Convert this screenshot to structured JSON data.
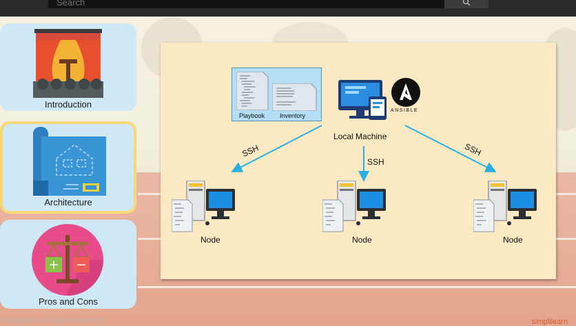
{
  "search": {
    "placeholder": "Search"
  },
  "menu": [
    {
      "label": "Introduction"
    },
    {
      "label": "Architecture"
    },
    {
      "label": "Pros and Cons"
    }
  ],
  "diagram": {
    "files": {
      "playbook": "Playbook",
      "inventory": "Inventory"
    },
    "brand": "ANSIBLE",
    "local_machine": "Local Machine",
    "connections": [
      "SSH",
      "SSH",
      "SSH"
    ],
    "nodes": [
      "Node",
      "Node",
      "Node"
    ]
  },
  "footer": {
    "copyright": "Simplilearn. All rights reserved.",
    "logo": "simplilearn"
  },
  "colors": {
    "card_bg": "#cfe8f6",
    "active_border": "#f6d878",
    "diagram_bg": "#fbe9c3",
    "arrow": "#29aee6"
  }
}
